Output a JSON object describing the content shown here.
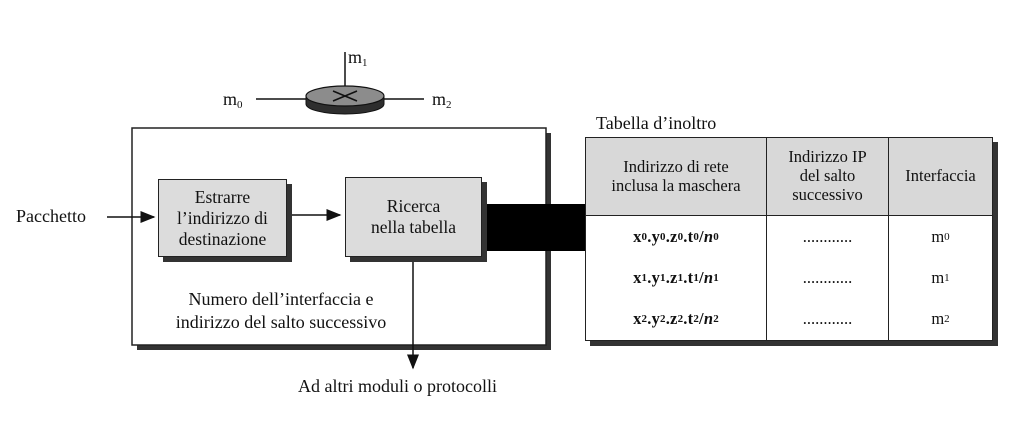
{
  "router": {
    "port_top": "m",
    "port_top_sub": "1",
    "port_left": "m",
    "port_left_sub": "0",
    "port_right": "m",
    "port_right_sub": "2"
  },
  "input_label": "Pacchetto",
  "extract_box": {
    "line1": "Estrarre",
    "line2": "l’indirizzo di",
    "line3": "destinazione"
  },
  "lookup_box": {
    "line1": "Ricerca",
    "line2": "nella tabella"
  },
  "output_caption": {
    "line1": "Numero dell’interfaccia e",
    "line2": "indirizzo del salto successivo"
  },
  "bottom_label": "Ad altri moduli o protocolli",
  "table": {
    "title": "Tabella d’inoltro",
    "headers": [
      {
        "line1": "Indirizzo di rete",
        "line2": "inclusa la maschera",
        "line3": ""
      },
      {
        "line1": "Indirizzo IP",
        "line2": "del salto",
        "line3": "successivo"
      },
      {
        "line1": "Interfaccia",
        "line2": "",
        "line3": ""
      }
    ],
    "rows": [
      {
        "a": "x",
        "b": "y",
        "c": "z",
        "d": "t",
        "n": "n",
        "idx": "0",
        "next_hop": "............",
        "iface": "m",
        "iface_sub": "0"
      },
      {
        "a": "x",
        "b": "y",
        "c": "z",
        "d": "t",
        "n": "n",
        "idx": "1",
        "next_hop": "............",
        "iface": "m",
        "iface_sub": "1"
      },
      {
        "a": "x",
        "b": "y",
        "c": "z",
        "d": "t",
        "n": "n",
        "idx": "2",
        "next_hop": "............",
        "iface": "m",
        "iface_sub": "2"
      }
    ]
  }
}
